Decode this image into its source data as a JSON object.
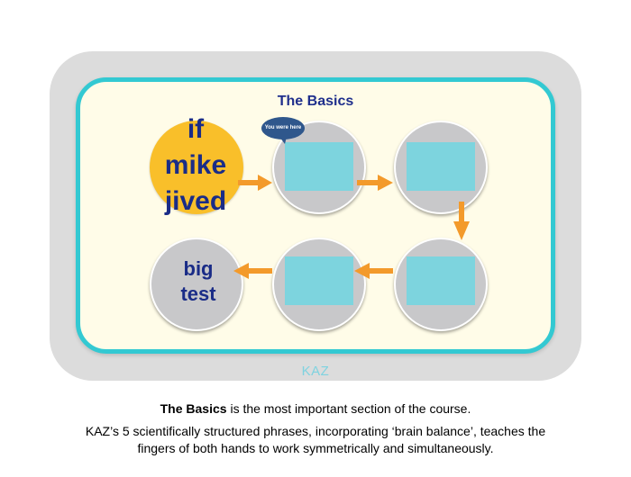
{
  "diagram": {
    "title": "The Basics",
    "start_lines": [
      "if",
      "mike",
      "jived"
    ],
    "end_lines": [
      "big",
      "test"
    ],
    "bubble": "You were here",
    "frame_label": "KAZ"
  },
  "caption": {
    "line1_bold": "The Basics",
    "line1_rest": " is the most important section of the course.",
    "line2": "KAZ’s 5 scientifically structured phrases, incorporating ‘brain balance’, teaches the",
    "line3": "fingers of both hands to work symmetrically and simultaneously."
  },
  "colors": {
    "arrow": "#f39a2b",
    "board_border": "#33c9d2",
    "start_circle": "#f9bf2a",
    "rect": "#7dd4de",
    "text_blue": "#1a2c87"
  }
}
